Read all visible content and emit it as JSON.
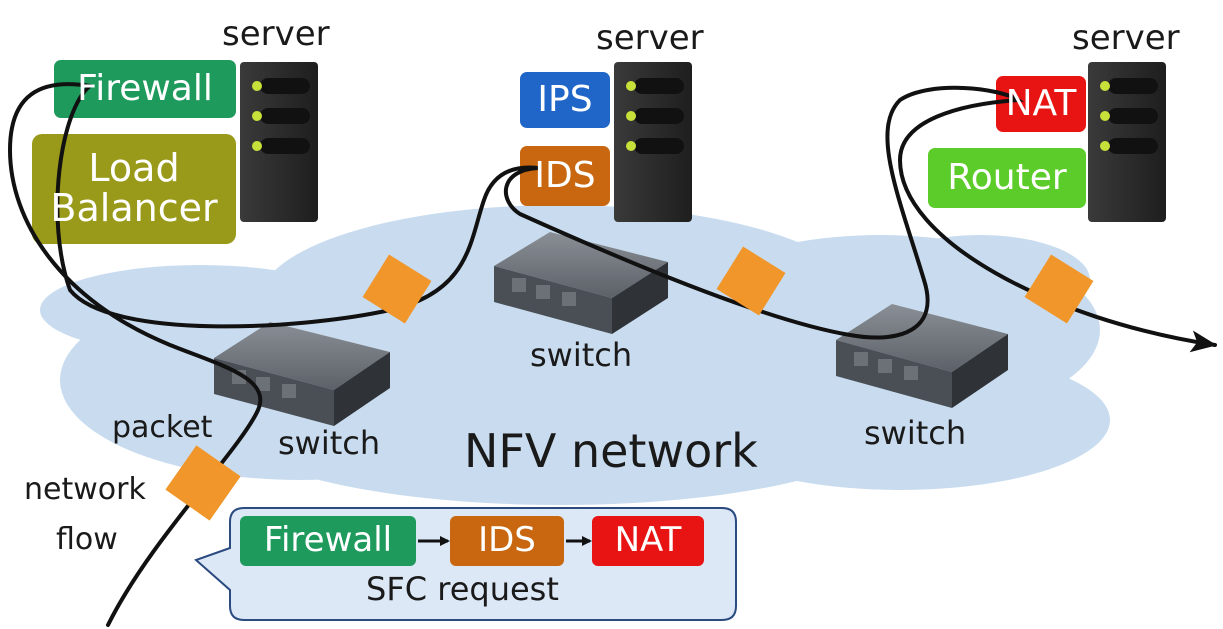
{
  "labels": {
    "server": "server",
    "switch": "switch",
    "network": "NFV network",
    "packet": "packet",
    "flow_line1": "network",
    "flow_line2": "flow",
    "sfc_request": "SFC request"
  },
  "vnfs": {
    "firewall": "Firewall",
    "lb_line1": "Load",
    "lb_line2": "Balancer",
    "ips": "IPS",
    "ids": "IDS",
    "nat": "NAT",
    "router": "Router"
  },
  "sfc_chain": [
    "Firewall",
    "IDS",
    "NAT"
  ],
  "colors": {
    "firewall": "#1e9a5c",
    "load_balancer": "#9a9a1a",
    "ips": "#1f66c8",
    "ids": "#c8670f",
    "nat": "#e81414",
    "router": "#5ccc2a",
    "cloud": "#c9dcef",
    "packet": "#f0962a",
    "server": "#2a2a2a",
    "led": "#c8e03a",
    "sfc_bubble": "#dde8f6"
  }
}
